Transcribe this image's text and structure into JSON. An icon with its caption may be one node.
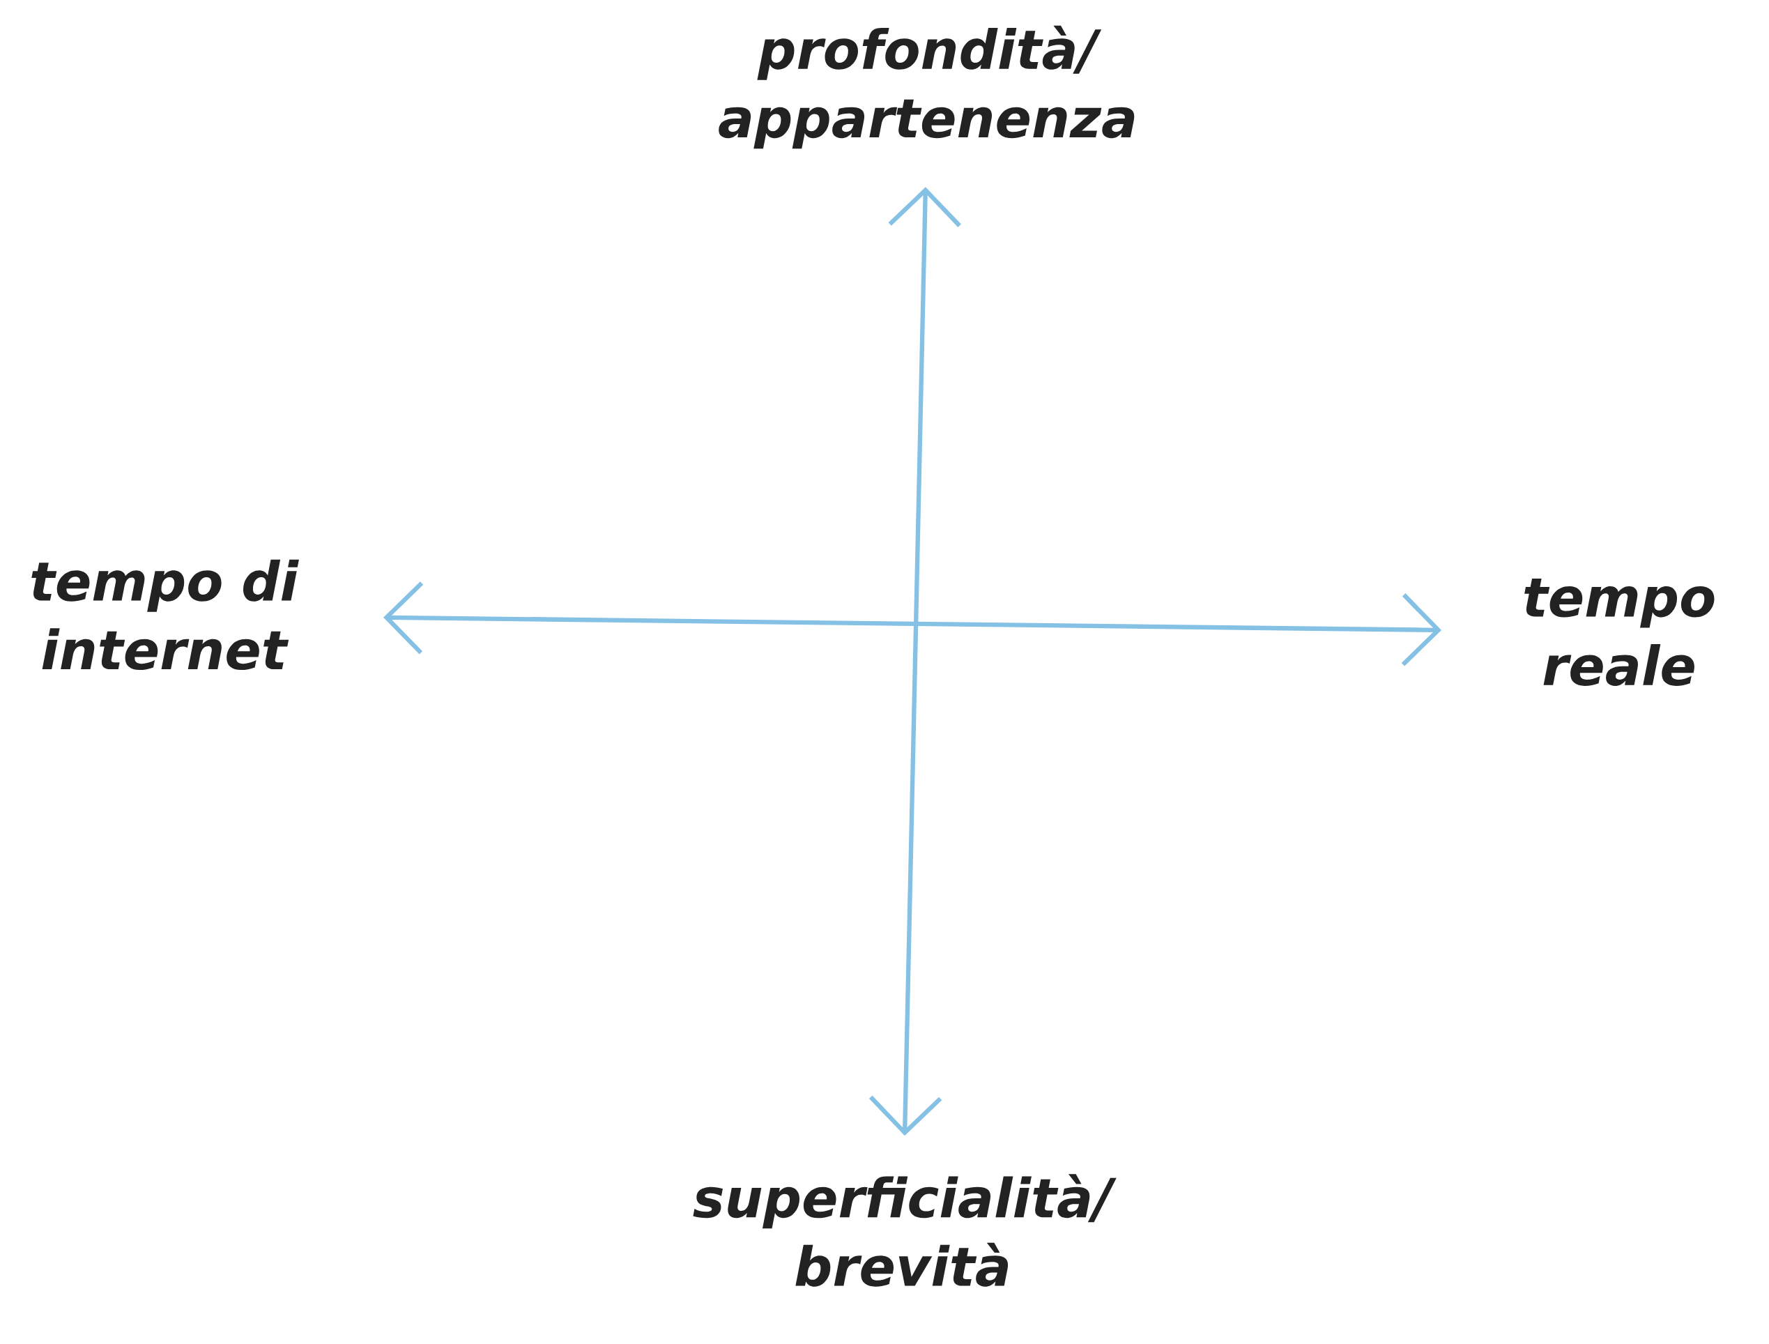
{
  "diagram": {
    "nodes": [
      {
        "text": [
          "profondità/ appartenenza"
        ]
      },
      {
        "text": [
          "tempo di internet"
        ]
      },
      {
        "text": [
          "tempo reale"
        ]
      },
      {
        "text": [
          "superficialità/ brevità"
        ]
      }
    ],
    "edges": [
      {
        "from": 0,
        "to": 3,
        "arrow": "both"
      },
      {
        "from": 1,
        "to": 2,
        "arrow": "both"
      }
    ]
  }
}
